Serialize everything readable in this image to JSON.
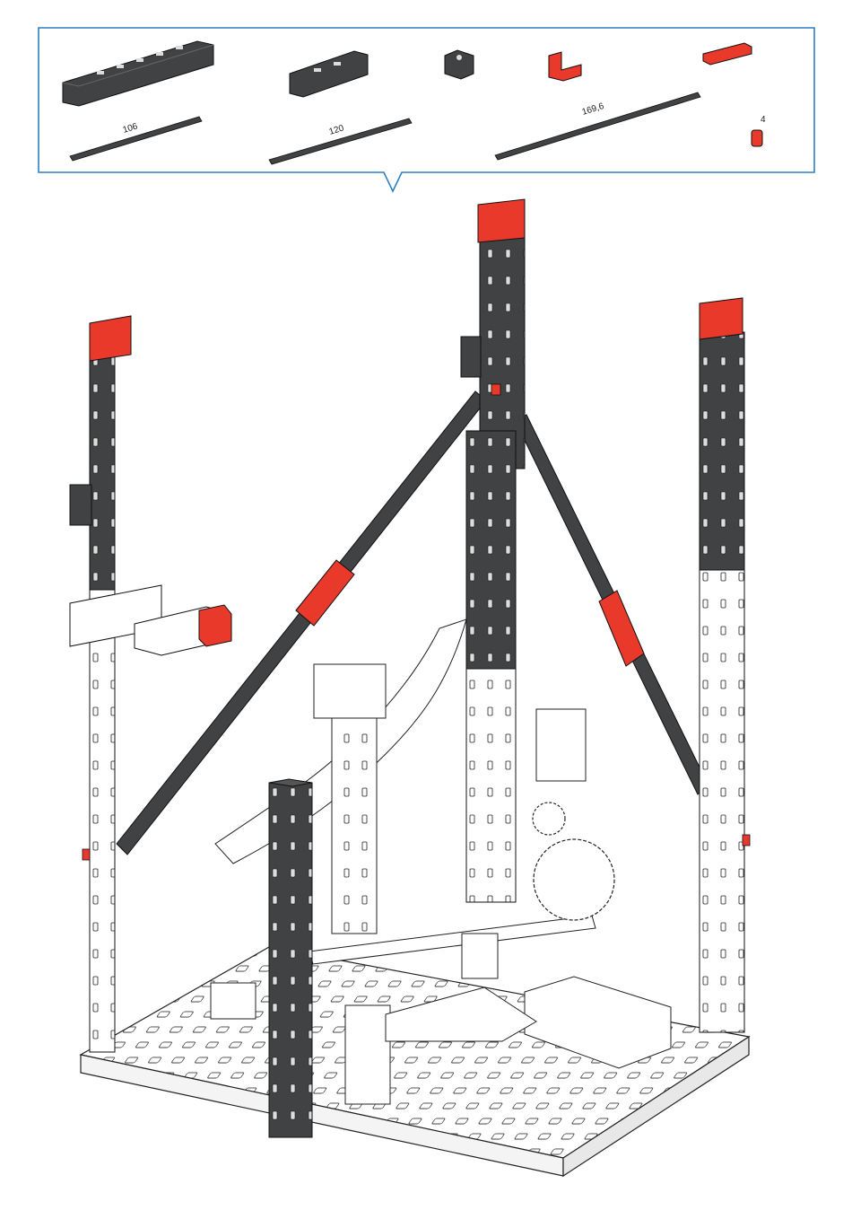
{
  "parts_panel": {
    "border_color": "#2f7fc1",
    "rod_labels": [
      "106",
      "120",
      "169,6"
    ],
    "quantity_label": "4"
  },
  "colors": {
    "dark_part": "#404244",
    "red_part": "#e8392b",
    "white_part": "#ffffff",
    "outline": "#1e1e1e"
  }
}
